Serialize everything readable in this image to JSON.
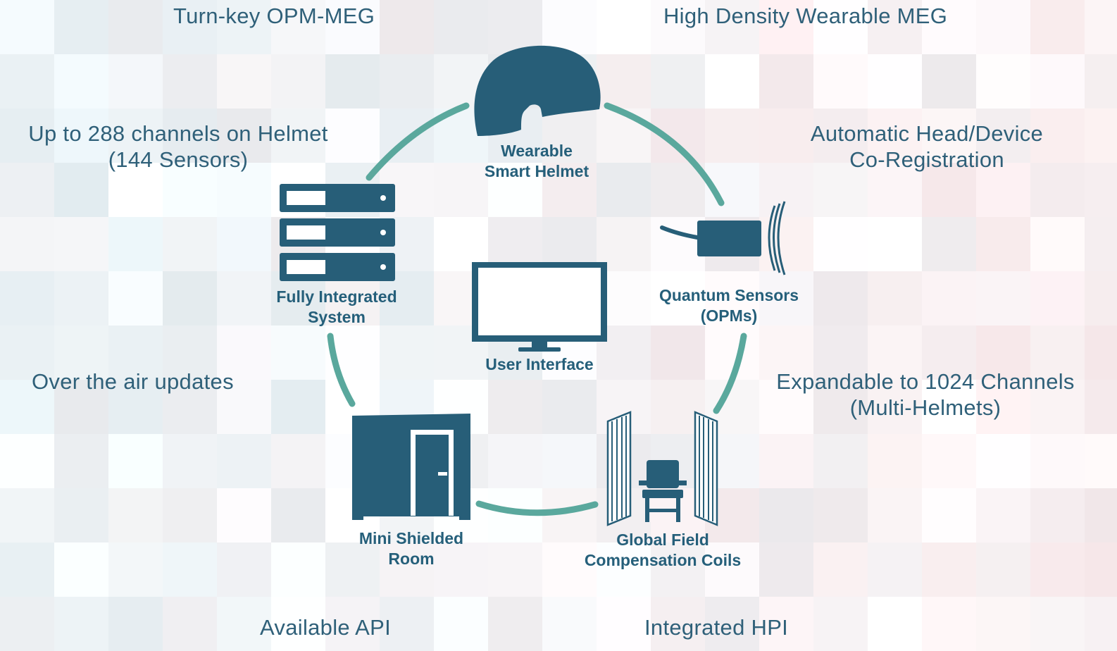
{
  "colors": {
    "accent": "#5aa89d",
    "icon": "#275e78",
    "text_feature": "#2f6079",
    "text_label": "#255f7a"
  },
  "features": {
    "turnkey": "Turn-key OPM-MEG",
    "high_density": "High Density Wearable MEG",
    "channels_helmet": [
      "Up to 288 channels on Helmet",
      "(144 Sensors)"
    ],
    "coregistration": [
      "Automatic Head/Device",
      "Co-Registration"
    ],
    "ota_updates": "Over the air updates",
    "expandable": [
      "Expandable to 1024 Channels",
      "(Multi-Helmets)"
    ],
    "api": "Available API",
    "hpi": "Integrated HPI"
  },
  "components": {
    "helmet": {
      "icon": "helmet-icon",
      "label": [
        "Wearable",
        "Smart Helmet"
      ]
    },
    "sensors": {
      "icon": "sensor-icon",
      "label": [
        "Quantum Sensors",
        "(OPMs)"
      ]
    },
    "coils": {
      "icon": "coils-chair-icon",
      "label": [
        "Global Field",
        "Compensation Coils"
      ]
    },
    "room": {
      "icon": "shielded-room-icon",
      "label": [
        "Mini Shielded",
        "Room"
      ]
    },
    "system": {
      "icon": "server-rack-icon",
      "label": [
        "Fully Integrated",
        "System"
      ]
    },
    "ui": {
      "icon": "monitor-icon",
      "label": "User Interface"
    }
  }
}
